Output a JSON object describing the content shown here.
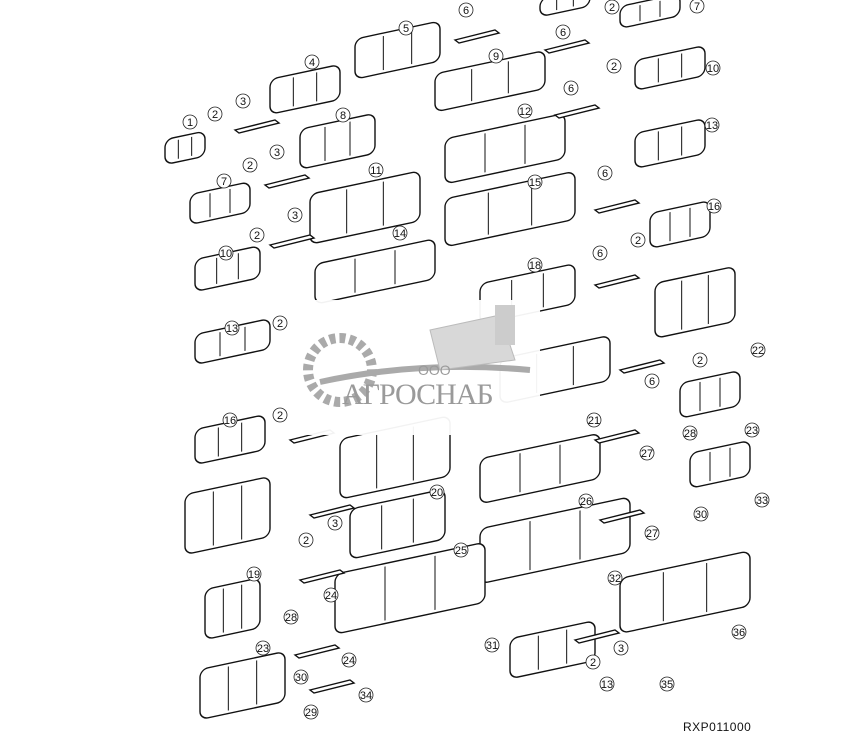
{
  "diagram": {
    "reference_code": "RXP011000",
    "watermark": {
      "prefix": "ООО",
      "name": "АГРОСНАБ"
    },
    "callouts": [
      "6",
      "2",
      "7",
      "5",
      "9",
      "6",
      "2",
      "10",
      "4",
      "3",
      "2",
      "1",
      "6",
      "12",
      "8",
      "13",
      "2",
      "3",
      "7",
      "11",
      "15",
      "6",
      "16",
      "3",
      "2",
      "10",
      "14",
      "18",
      "6",
      "2",
      "2",
      "22",
      "13",
      "6",
      "2",
      "2",
      "16",
      "21",
      "28",
      "23",
      "27",
      "20",
      "26",
      "30",
      "33",
      "3",
      "2",
      "25",
      "27",
      "19",
      "32",
      "24",
      "28",
      "36",
      "31",
      "23",
      "3",
      "24",
      "2",
      "13",
      "35",
      "30",
      "34",
      "29"
    ]
  }
}
